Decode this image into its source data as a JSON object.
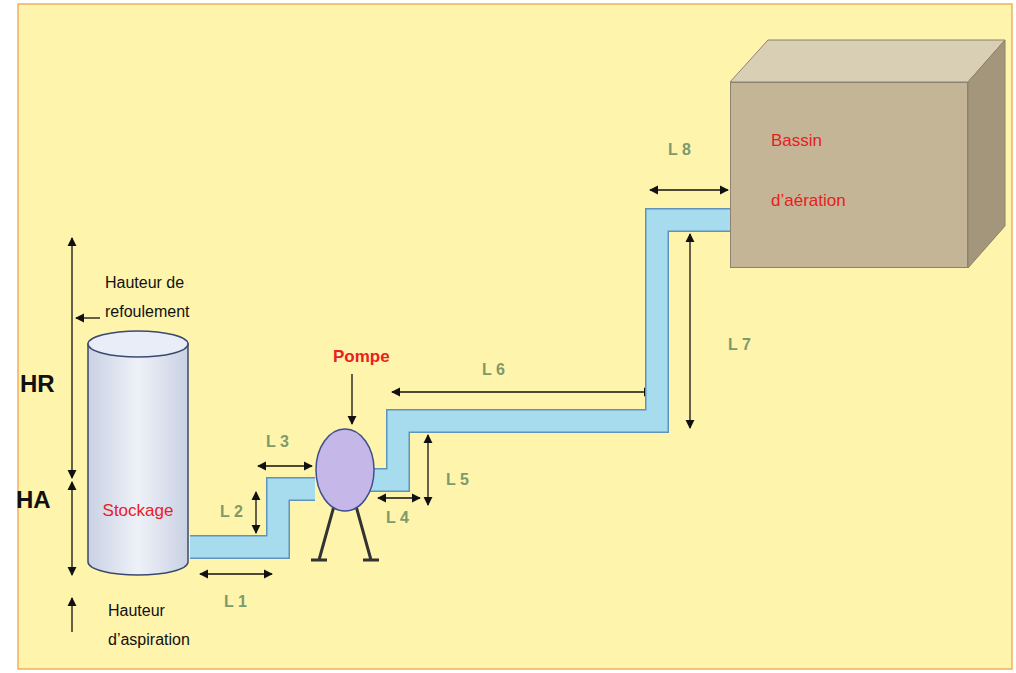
{
  "diagram": {
    "nodes": [
      {
        "text": [
          "Stockage"
        ]
      },
      {
        "text": [
          "Pompe"
        ]
      },
      {
        "text": [
          "Bassin d’aération"
        ]
      }
    ],
    "edges": [
      {
        "from": 0,
        "to": 1,
        "arrow": "none"
      },
      {
        "from": 1,
        "to": 2,
        "arrow": "none"
      }
    ],
    "labels": [
      "Hauteur de refoulement",
      "HR",
      "HA",
      "Hauteur d’aspiration",
      "L 1",
      "L 2",
      "L 3",
      "L 4",
      "L 5",
      "L 6",
      "L 7",
      "L 8"
    ]
  }
}
